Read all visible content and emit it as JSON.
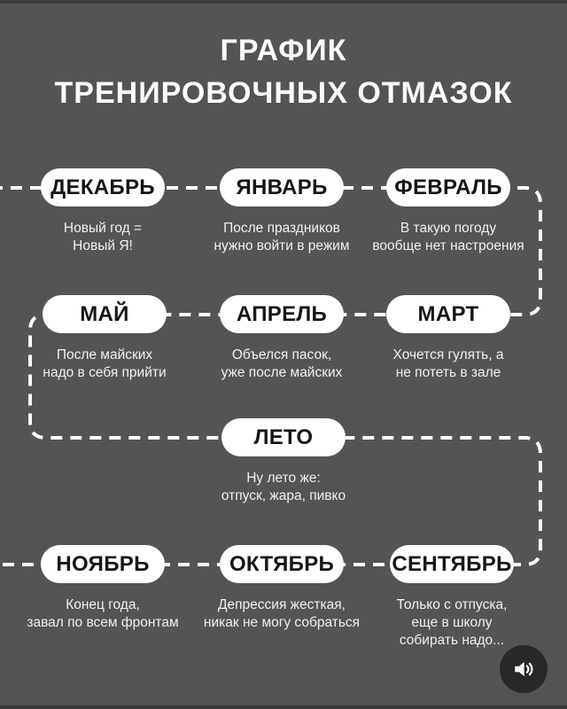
{
  "title": {
    "line1": "ГРАФИК",
    "line2": "ТРЕНИРОВОЧНЫХ ОТМАЗОК"
  },
  "months": [
    {
      "name": "ДЕКАБРЬ",
      "excuse": [
        "Новый год =",
        "Новый Я!"
      ]
    },
    {
      "name": "ЯНВАРЬ",
      "excuse": [
        "После праздников",
        "нужно войти в режим"
      ]
    },
    {
      "name": "ФЕВРАЛЬ",
      "excuse": [
        "В такую погоду",
        "вообще нет настроения"
      ]
    },
    {
      "name": "МАЙ",
      "excuse": [
        "После майских",
        "надо в себя прийти"
      ]
    },
    {
      "name": "АПРЕЛЬ",
      "excuse": [
        "Объелся пасок,",
        "уже после майских"
      ]
    },
    {
      "name": "МАРТ",
      "excuse": [
        "Хочется гулять, а",
        "не потеть в зале"
      ]
    },
    {
      "name": "ЛЕТО",
      "excuse": [
        "Ну лето же:",
        "отпуск, жара, пивко"
      ]
    },
    {
      "name": "НОЯБРЬ",
      "excuse": [
        "Конец года,",
        "завал по всем фронтам"
      ]
    },
    {
      "name": "ОКТЯБРЬ",
      "excuse": [
        "Депрессия жесткая,",
        "никак не могу собраться"
      ]
    },
    {
      "name": "СЕНТЯБРЬ",
      "excuse": [
        "Только с отпуска,",
        "еще в школу",
        "собирать надо..."
      ]
    }
  ],
  "sound_button": {
    "icon": "speaker-loud-icon"
  },
  "colors": {
    "background": "#545454",
    "pill_background": "#ffffff",
    "pill_text": "#161616",
    "caption_text": "#f0f0f0",
    "title_text": "#fbfbfb",
    "route_line": "#ffffff",
    "sound_button_background": "#282828",
    "edge_strip": "#3c3c3c"
  }
}
